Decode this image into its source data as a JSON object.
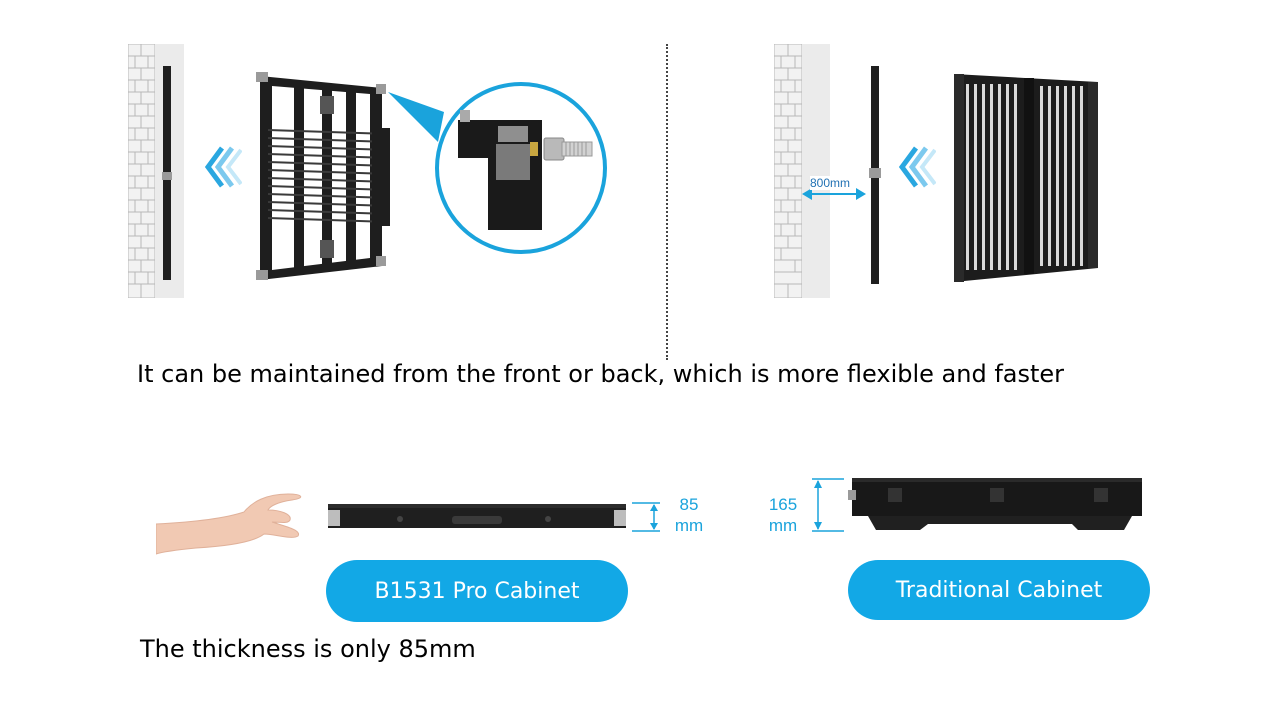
{
  "captions": {
    "maintenance": "It can be maintained from the front or back, which is more flexible and faster",
    "thickness": "The thickness is only 85mm"
  },
  "labels": {
    "gap": "800mm",
    "pro_thickness_value": "85",
    "pro_thickness_unit": "mm",
    "trad_thickness_value": "165",
    "trad_thickness_unit": "mm"
  },
  "buttons": {
    "pro_cabinet": "B1531 Pro Cabinet",
    "traditional_cabinet": "Traditional Cabinet"
  },
  "colors": {
    "accent": "#12a8e6",
    "dimension_text": "#1aa3dc",
    "cabinet": "#1c1c1c"
  },
  "icons": [
    "brick-wall",
    "chevron-left-arrows",
    "bolt-closeup",
    "double-arrow",
    "hand"
  ]
}
